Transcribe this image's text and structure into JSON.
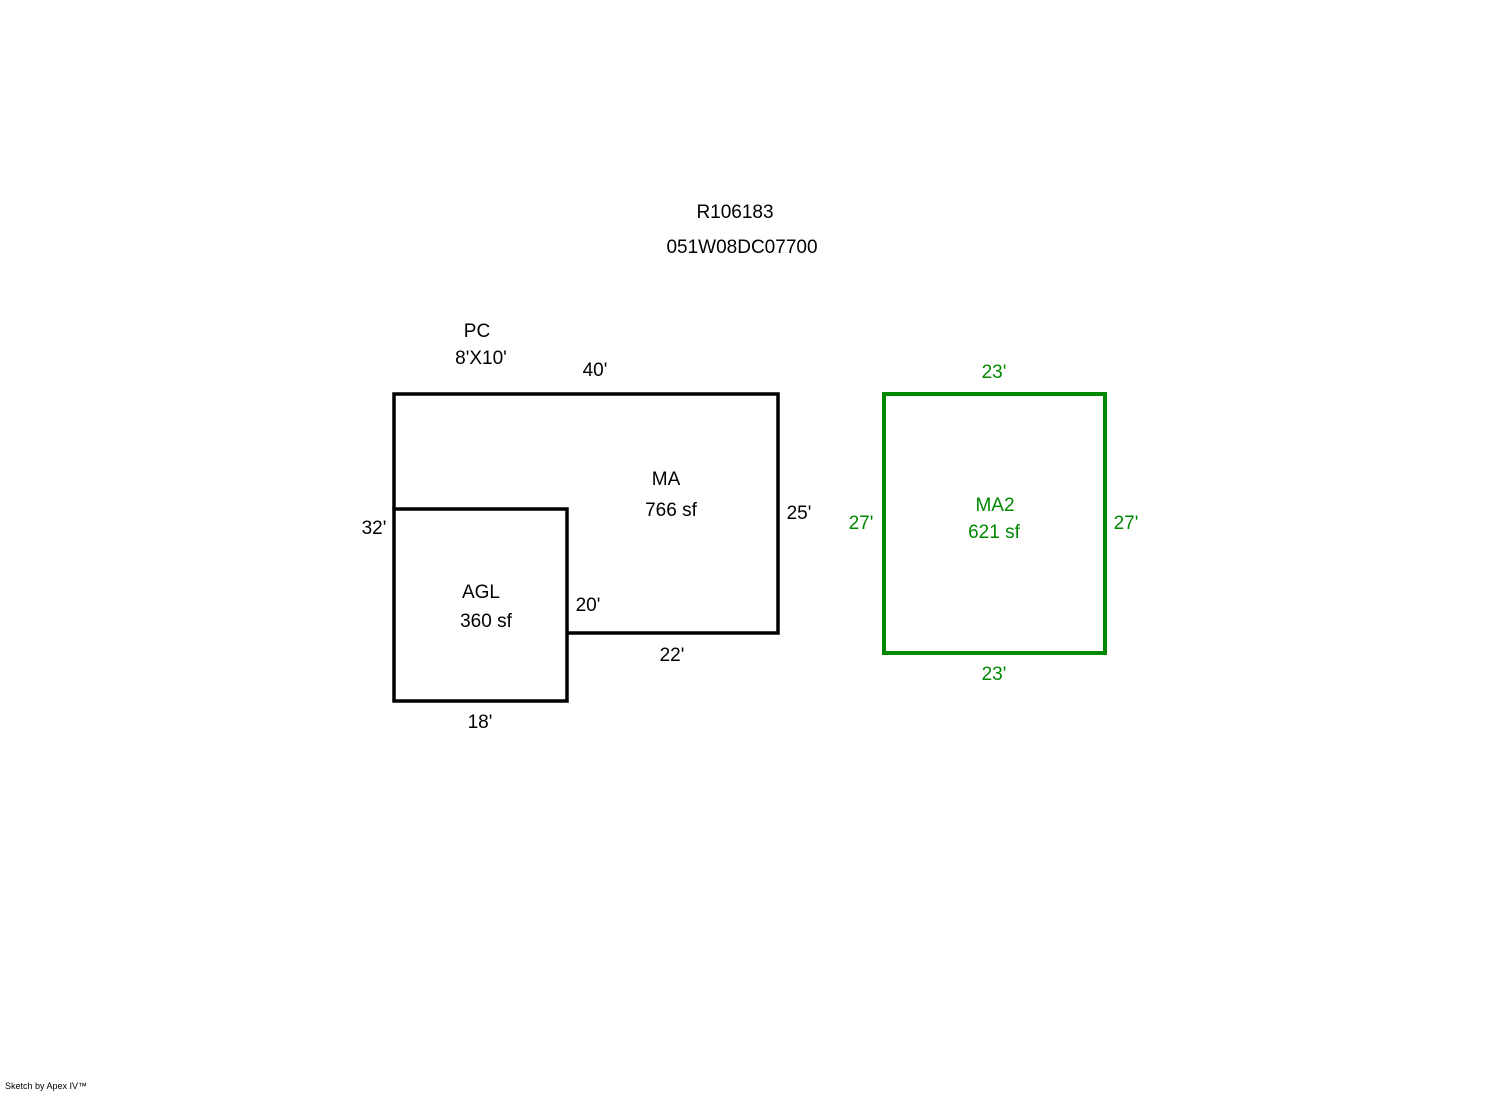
{
  "header": {
    "record_id": "R106183",
    "parcel_id": "051W08DC07700"
  },
  "areas": {
    "pc": {
      "label": "PC",
      "size": "8'X10'"
    },
    "ma": {
      "label": "MA",
      "area": "766 sf",
      "dims": {
        "top": "40'",
        "right": "25'",
        "bottom": "22'",
        "inner": "20'",
        "left": "32'"
      }
    },
    "agl": {
      "label": "AGL",
      "area": "360 sf",
      "dims": {
        "bottom": "18'"
      }
    },
    "ma2": {
      "label": "MA2",
      "area": "621 sf",
      "dims": {
        "top": "23'",
        "bottom": "23'",
        "left": "27'",
        "right": "27'"
      },
      "color": "#008800"
    }
  },
  "footer": {
    "credit": "Sketch by Apex IV™"
  }
}
